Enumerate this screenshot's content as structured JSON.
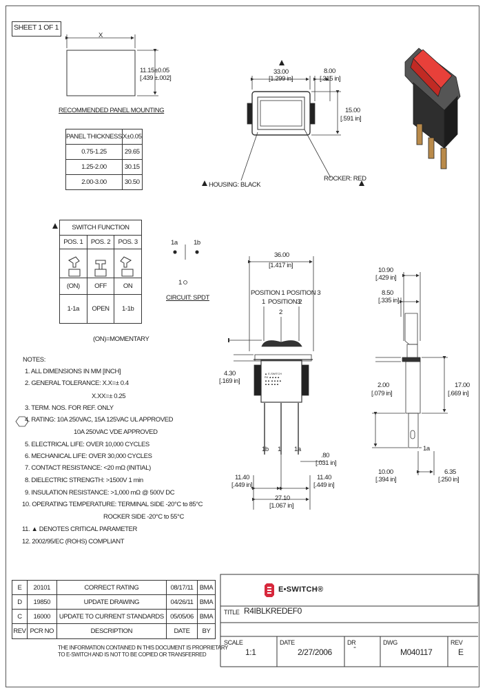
{
  "sheet": "SHEET 1 OF 1",
  "panel": {
    "x_label": "X",
    "height_dim": "11.15±0.05",
    "height_dim_in": "[.439 ±.002]",
    "caption": "RECOMMENDED PANEL MOUNTING",
    "table_headers": [
      "PANEL THICKNESS",
      "X±0.05"
    ],
    "table_rows": [
      [
        "0.75-1.25",
        "29.65"
      ],
      [
        "1.25-2.00",
        "30.15"
      ],
      [
        "2.00-3.00",
        "30.50"
      ]
    ]
  },
  "top_view": {
    "width_dim": "33.00",
    "width_dim_in": "[1.299 in]",
    "depth_dim": "8.00",
    "depth_dim_in": "[.315 in]",
    "height_dim": "15.00",
    "height_dim_in": "[.591 in]",
    "housing_label": "HOUSING: BLACK",
    "rocker_label": "ROCKER: RED"
  },
  "switch_function": {
    "title": "SWITCH FUNCTION",
    "positions": [
      "POS. 1",
      "POS. 2",
      "POS. 3"
    ],
    "states": [
      "(ON)",
      "OFF",
      "ON"
    ],
    "connections": [
      "1-1a",
      "OPEN",
      "1-1b"
    ],
    "footnote": "(ON)=MOMENTARY"
  },
  "circuit": {
    "t1a": "1a",
    "t1b": "1b",
    "t1": "1",
    "caption": "CIRCUIT: SPDT"
  },
  "front_view": {
    "width_dim": "36.00",
    "width_dim_in": "[1.417 in]",
    "pos1": "POSITION 1",
    "pos2": "POSITION 2",
    "pos3": "POSITION 3",
    "n1": "1",
    "n2": "2",
    "n3": "3",
    "height_dim": "4.30",
    "height_dim_in": "[.169 in]",
    "term_1b": "1b",
    "term_1": "1",
    "term_1a": "1a",
    "term_thk": ".80",
    "term_thk_in": "[.031 in]",
    "left_dim": "11.40",
    "left_dim_in": "[.449 in]",
    "right_dim": "11.40",
    "right_dim_in": "[.449 in]",
    "bottom_dim": "27.10",
    "bottom_dim_in": "[1.067 in]"
  },
  "side_view": {
    "d1": "10.90",
    "d1_in": "[.429 in]",
    "d2": "8.50",
    "d2_in": "[.335 in]",
    "d3": "2.00",
    "d3_in": "[.079 in]",
    "d4": "17.00",
    "d4_in": "[.669 in]",
    "d5": "10.00",
    "d5_in": "[.394 in]",
    "d6": "6.35",
    "d6_in": "[.250 in]",
    "term": "1a"
  },
  "notes": {
    "heading": "NOTES:",
    "items": [
      "1. ALL DIMENSIONS IN MM [INCH]",
      "2. GENERAL TOLERANCE: X.X=± 0.4",
      "X.XX=± 0.25",
      "3. TERM. NOS. FOR REF. ONLY",
      "4. RATING: 10A 250VAC, 15A 125VAC UL APPROVED",
      "10A 250VAC VDE APPROVED",
      "5. ELECTRICAL LIFE: OVER 10,000 CYCLES",
      "6. MECHANICAL LIFE: OVER 30,000 CYCLES",
      "7. CONTACT RESISTANCE: <20 mΩ (INITIAL)",
      "8. DIELECTRIC STRENGTH: >1500V 1 min",
      "9. INSULATION RESISTANCE: >1,000 mΩ @ 500V DC",
      "10. OPERATING TEMPERATURE: TERMINAL SIDE -20°C to 85°C",
      "ROCKER SIDE -20°C to 55°C",
      "11. ▲ DENOTES CRITICAL PARAMETER",
      "12. 2002/95/EC (ROHS) COMPLIANT"
    ]
  },
  "revisions": {
    "rows": [
      [
        "E",
        "20101",
        "CORRECT RATING",
        "08/17/11",
        "BMA"
      ],
      [
        "D",
        "19850",
        "UPDATE DRAWING",
        "04/26/11",
        "BMA"
      ],
      [
        "C",
        "16000",
        "UPDATE TO CURRENT STANDARDS",
        "05/05/06",
        "BMA"
      ]
    ],
    "headers": [
      "REV",
      "PCR NO",
      "DESCRIPTION",
      "DATE",
      "BY"
    ],
    "disclaimer1": "THE INFORMATION CONTAINED IN THIS DOCUMENT IS PROPRIETARY",
    "disclaimer2": "TO E-SWITCH AND IS NOT TO BE COPIED OR TRANSFERRED"
  },
  "title_block": {
    "brand": "E•SWITCH®",
    "title_label": "TITLE",
    "title": "R4IBLKREDEF0",
    "scale_label": "SCALE",
    "scale": "1:1",
    "date_label": "DATE",
    "date": "2/27/2006",
    "dr_label": "DR",
    "dr": "-",
    "dwg_label": "DWG",
    "dwg": "M040117",
    "rev_label": "REV",
    "rev": "E"
  },
  "colors": {
    "line": "#333333",
    "rocker": "#e8403a",
    "brand": "#d7283c"
  }
}
